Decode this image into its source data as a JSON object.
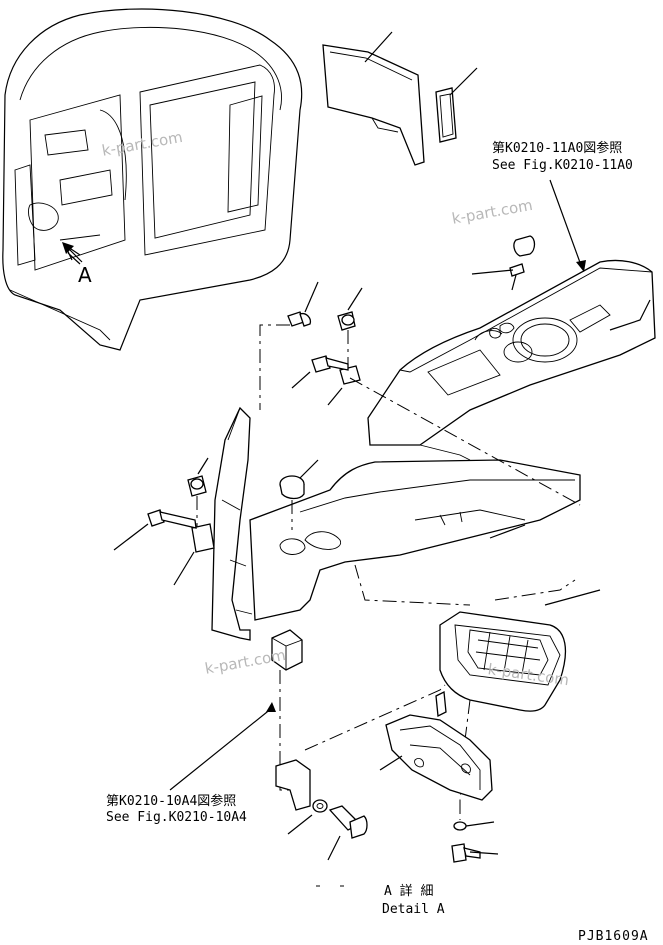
{
  "labels": {
    "ref_top_jp": "第K0210-11A0図参照",
    "ref_top_en": "See Fig.K0210-11A0",
    "ref_bottom_jp": "第K0210-10A4図参照",
    "ref_bottom_en": "See Fig.K0210-10A4",
    "view_letter": "A",
    "detail_jp": "A 詳 細",
    "detail_en": "Detail A",
    "drawing_code": "PJB1609A"
  },
  "watermarks": [
    "k-part.com",
    "k-part.com",
    "k-part.com",
    "k-part.com"
  ],
  "icons": {
    "view_arrow": "arrow-icon"
  }
}
